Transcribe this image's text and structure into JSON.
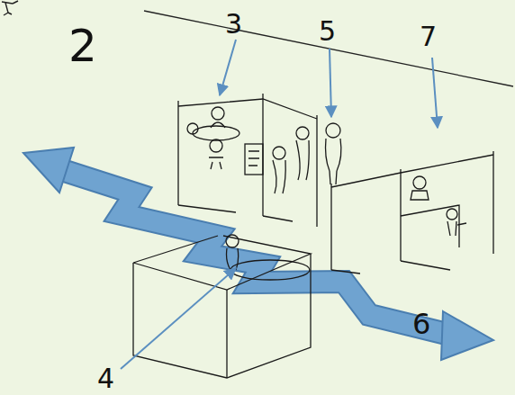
{
  "diagram": {
    "labels": [
      "2",
      "3",
      "5",
      "7",
      "6",
      "4"
    ]
  }
}
